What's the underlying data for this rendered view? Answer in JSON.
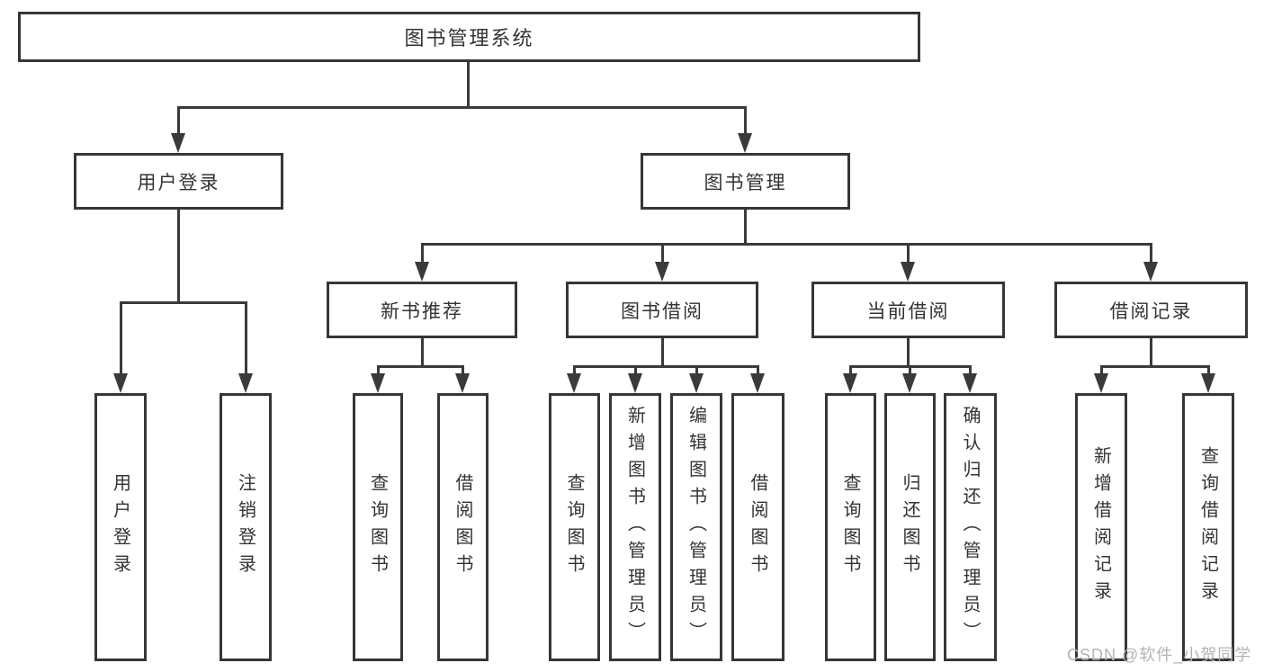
{
  "diagram": {
    "title": "图书管理系统",
    "nodes": {
      "root": "图书管理系统",
      "user_login": "用户登录",
      "book_mgmt": "图书管理",
      "new_book_rec": "新书推荐",
      "book_borrow": "图书借阅",
      "current_borrow": "当前借阅",
      "borrow_records": "借阅记录",
      "ul_login": "用户登录",
      "ul_logout": "注销登录",
      "nb_query": "查询图书",
      "nb_borrow": "借阅图书",
      "bb_query": "查询图书",
      "bb_add": "新增图书（管理员）",
      "bb_edit": "编辑图书（管理员）",
      "bb_borrow": "借阅图书",
      "cb_query": "查询图书",
      "cb_return": "归还图书",
      "cb_confirm": "确认归还（管理员）",
      "br_add": "新增借阅记录",
      "br_query": "查询借阅记录"
    },
    "hierarchy": {
      "图书管理系统": {
        "用户登录": [
          "用户登录",
          "注销登录"
        ],
        "图书管理": {
          "新书推荐": [
            "查询图书",
            "借阅图书"
          ],
          "图书借阅": [
            "查询图书",
            "新增图书（管理员）",
            "编辑图书（管理员）",
            "借阅图书"
          ],
          "当前借阅": [
            "查询图书",
            "归还图书",
            "确认归还（管理员）"
          ],
          "借阅记录": [
            "新增借阅记录",
            "查询借阅记录"
          ]
        }
      }
    },
    "colors": {
      "line": "#3a3a3a",
      "box_border": "#363636",
      "text": "#333333",
      "background": "#ffffff",
      "watermark_text": "#b3b3b3"
    }
  },
  "watermark": "CSDN @软件_小贺同学"
}
